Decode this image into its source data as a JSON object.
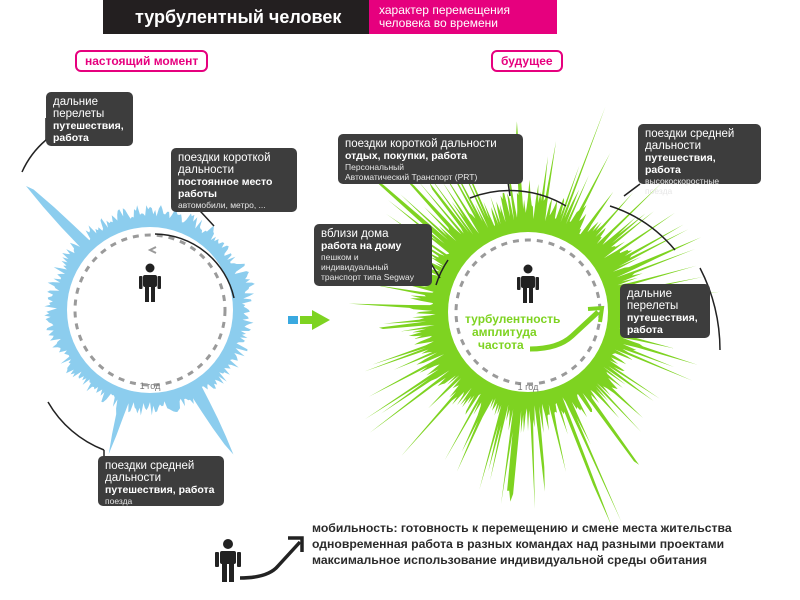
{
  "header": {
    "title": "турбулентный человек",
    "subtitle_line1": "характер перемещения",
    "subtitle_line2": "человека во времени"
  },
  "present": {
    "tag": "настоящий момент",
    "year_label": "1 год",
    "fill_color": "#8ccdee",
    "bubbles": {
      "long": {
        "h1": "дальние",
        "h2": "перелеты",
        "b1": "путешествия,",
        "b2": "работа"
      },
      "short": {
        "h1": "поездки короткой",
        "h2": "дальности",
        "b1": "постоянное место",
        "b2": "работы",
        "s1": "автомобили, метро, ..."
      },
      "medium": {
        "h1": "поездки средней",
        "h2": "дальности",
        "b1": "путешествия, работа",
        "s1": "поезда"
      }
    }
  },
  "future": {
    "tag": "будущее",
    "year_label": "1 год",
    "fill_color": "#7ed321",
    "center_text": [
      "турбулентность",
      "амплитуда",
      "частота"
    ],
    "bubbles": {
      "short": {
        "h1": "поездки короткой дальности",
        "b1": "отдых, покупки, работа",
        "s1": "Персональный",
        "s2": "Автоматический  Транспорт (PRT)"
      },
      "home": {
        "h1": "вблизи дома",
        "b1": "работа на дому",
        "s1": "пешком и",
        "s2": "индивидуальный",
        "s3": "транспорт типа Segway"
      },
      "medium": {
        "h1": "поездки средней",
        "h2": "дальности",
        "b1": "путешествия, работа",
        "s1": "высокоскоростные",
        "s2": "поезда"
      },
      "long": {
        "h1": "дальние",
        "h2": "перелеты",
        "b1": "путешествия,",
        "b2": "работа"
      }
    }
  },
  "bottom": {
    "lines": [
      "мобильность: готовность к перемещению и смене места жительства",
      "одновременная работа в разных командах над разными проектами",
      "максимальное использование индивидуальной среды обитания"
    ]
  },
  "colors": {
    "accent": "#e6007e",
    "dark": "#3d3d3d",
    "arrow_green": "#7ed321"
  }
}
